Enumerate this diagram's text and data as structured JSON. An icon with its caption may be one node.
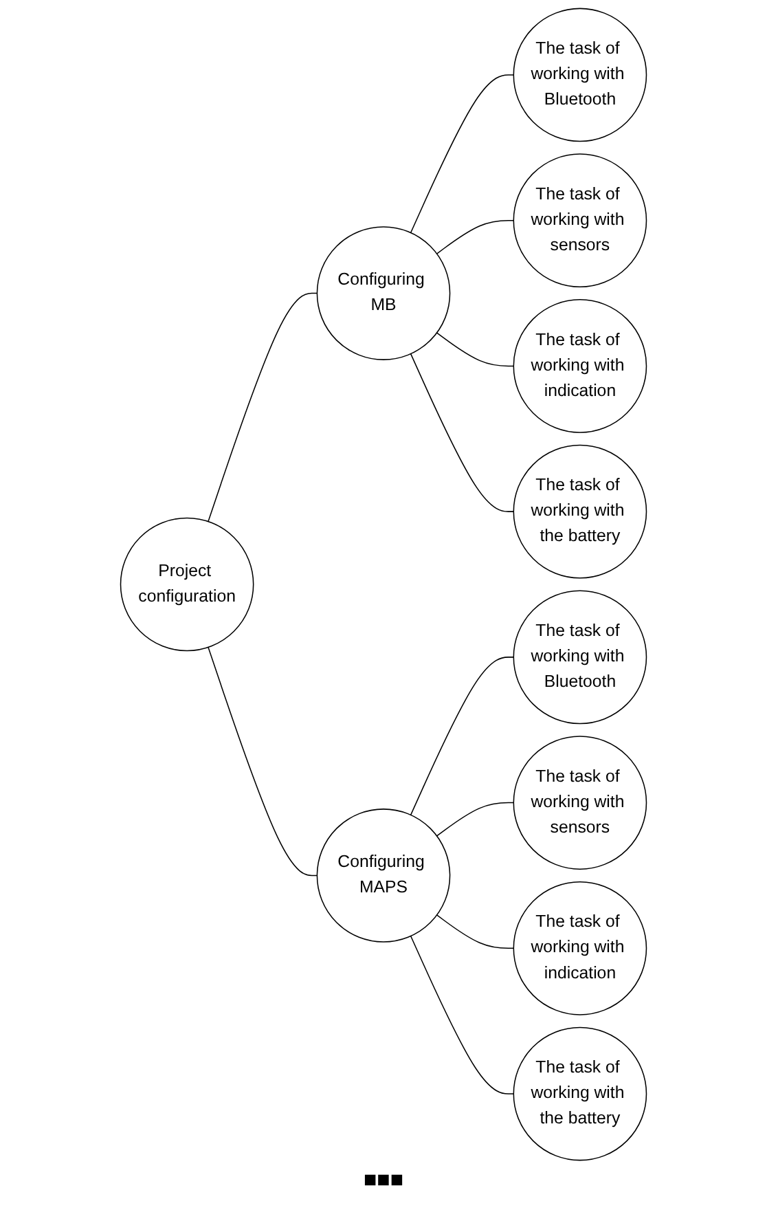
{
  "diagram": {
    "nodes": [
      {
        "text": [
          "Project configuration"
        ]
      },
      {
        "text": [
          "Configuring MB"
        ]
      },
      {
        "text": [
          "The task of working with Bluetooth"
        ]
      },
      {
        "text": [
          "The task of working with sensors"
        ]
      },
      {
        "text": [
          "The task of working with indication"
        ]
      },
      {
        "text": [
          "The task of working with the battery"
        ]
      },
      {
        "text": [
          "Configuring MAPS"
        ]
      },
      {
        "text": [
          "The task of working with Bluetooth"
        ]
      },
      {
        "text": [
          "The task of working with sensors"
        ]
      },
      {
        "text": [
          "The task of working with indication"
        ]
      },
      {
        "text": [
          "The task of working with the battery"
        ]
      }
    ],
    "edges": [
      {
        "from": 0,
        "to": 1,
        "arrow": "none"
      },
      {
        "from": 1,
        "to": 2,
        "arrow": "none"
      },
      {
        "from": 1,
        "to": 3,
        "arrow": "none"
      },
      {
        "from": 1,
        "to": 4,
        "arrow": "none"
      },
      {
        "from": 1,
        "to": 5,
        "arrow": "none"
      },
      {
        "from": 0,
        "to": 6,
        "arrow": "none"
      },
      {
        "from": 6,
        "to": 7,
        "arrow": "none"
      },
      {
        "from": 6,
        "to": 8,
        "arrow": "none"
      },
      {
        "from": 6,
        "to": 9,
        "arrow": "none"
      },
      {
        "from": 6,
        "to": 10,
        "arrow": "none"
      }
    ],
    "labels": [
      "■■■"
    ]
  }
}
